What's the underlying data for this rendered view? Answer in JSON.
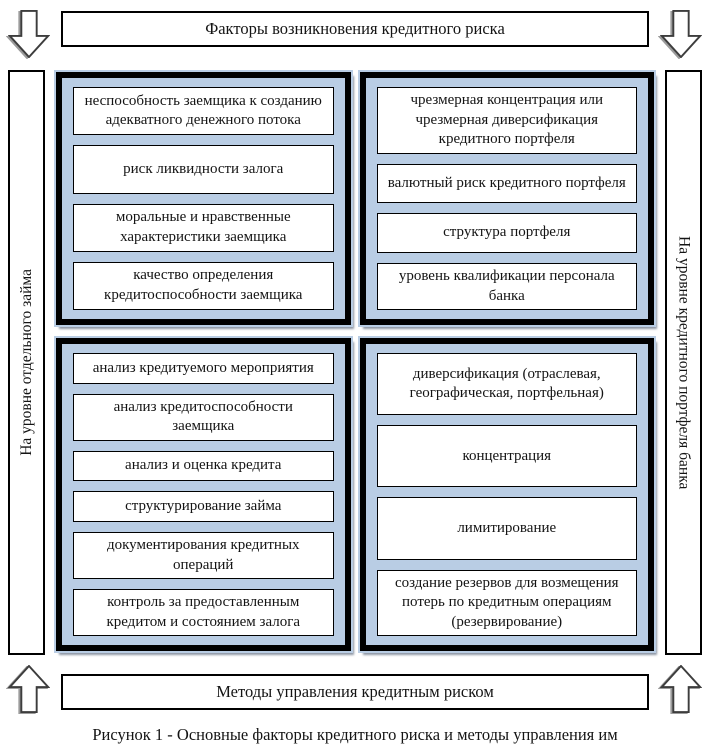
{
  "header": {
    "title": "Факторы возникновения кредитного риска"
  },
  "footer": {
    "title": "Методы управления кредитным риском"
  },
  "caption": "Рисунок 1 - Основные факторы кредитного риска и методы управления им",
  "sides": {
    "left_label": "На уровне отдельного займа",
    "right_label": "На уровне кредитного портфеля банка"
  },
  "icons": {
    "top_left": "arrow-down-icon",
    "top_right": "arrow-down-icon",
    "bottom_left": "arrow-up-icon",
    "bottom_right": "arrow-up-icon"
  },
  "colors": {
    "panel_blue": "#b9cde4",
    "border_black": "#000000",
    "arrow_outline": "#3d3d3d",
    "shadow_gray": "#9b9b9b"
  },
  "quadrants": {
    "loan_risk_factors": {
      "items": [
        "неспособность заемщика к созданию адекватного денежного потока",
        "риск ликвидности залога",
        "моральные и нравственные характеристики заемщика",
        "качество определения кредитоспособности заемщика"
      ]
    },
    "portfolio_risk_factors": {
      "items": [
        "чрезмерная концентрация или чрезмерная диверсификация кредитного портфеля",
        "валютный риск кредитного портфеля",
        "структура портфеля",
        "уровень квалификации персонала банка"
      ]
    },
    "loan_management_methods": {
      "items": [
        "анализ кредитуемого мероприятия",
        "анализ кредитоспособности заемщика",
        "анализ и оценка кредита",
        "структурирование займа",
        "документирования кредитных операций",
        "контроль за предоставленным кредитом и состоянием залога"
      ]
    },
    "portfolio_management_methods": {
      "items": [
        "диверсификация (отраслевая, географическая, портфельная)",
        "концентрация",
        "лимитирование",
        "создание резервов для возмещения потерь по кредитным операциям (резервирование)"
      ]
    }
  }
}
